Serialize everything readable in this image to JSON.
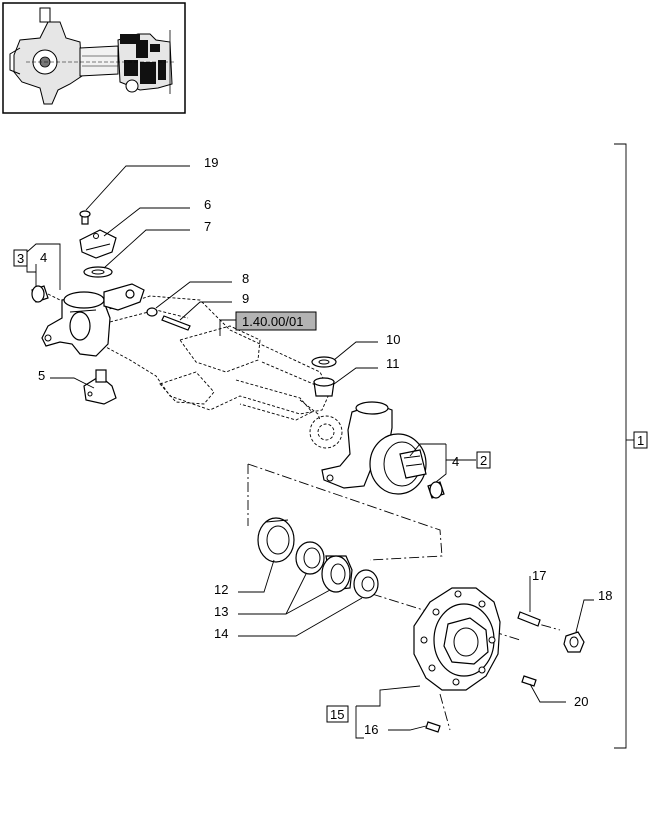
{
  "thumbnail": {
    "name": "axle-overview-thumbnail"
  },
  "reference_box": {
    "text": "1.40.00/01",
    "fill": "#b3b3b3"
  },
  "group_boxes": {
    "group_1": "1",
    "group_2": "2",
    "group_3": "3",
    "group_15": "15"
  },
  "callouts": {
    "c19": "19",
    "c6": "6",
    "c7": "7",
    "c3_4": "4",
    "c8": "8",
    "c9": "9",
    "c5": "5",
    "c10": "10",
    "c11": "11",
    "c2_4": "4",
    "c17": "17",
    "c18": "18",
    "c12": "12",
    "c13": "13",
    "c14": "14",
    "c20": "20",
    "c16": "16"
  }
}
